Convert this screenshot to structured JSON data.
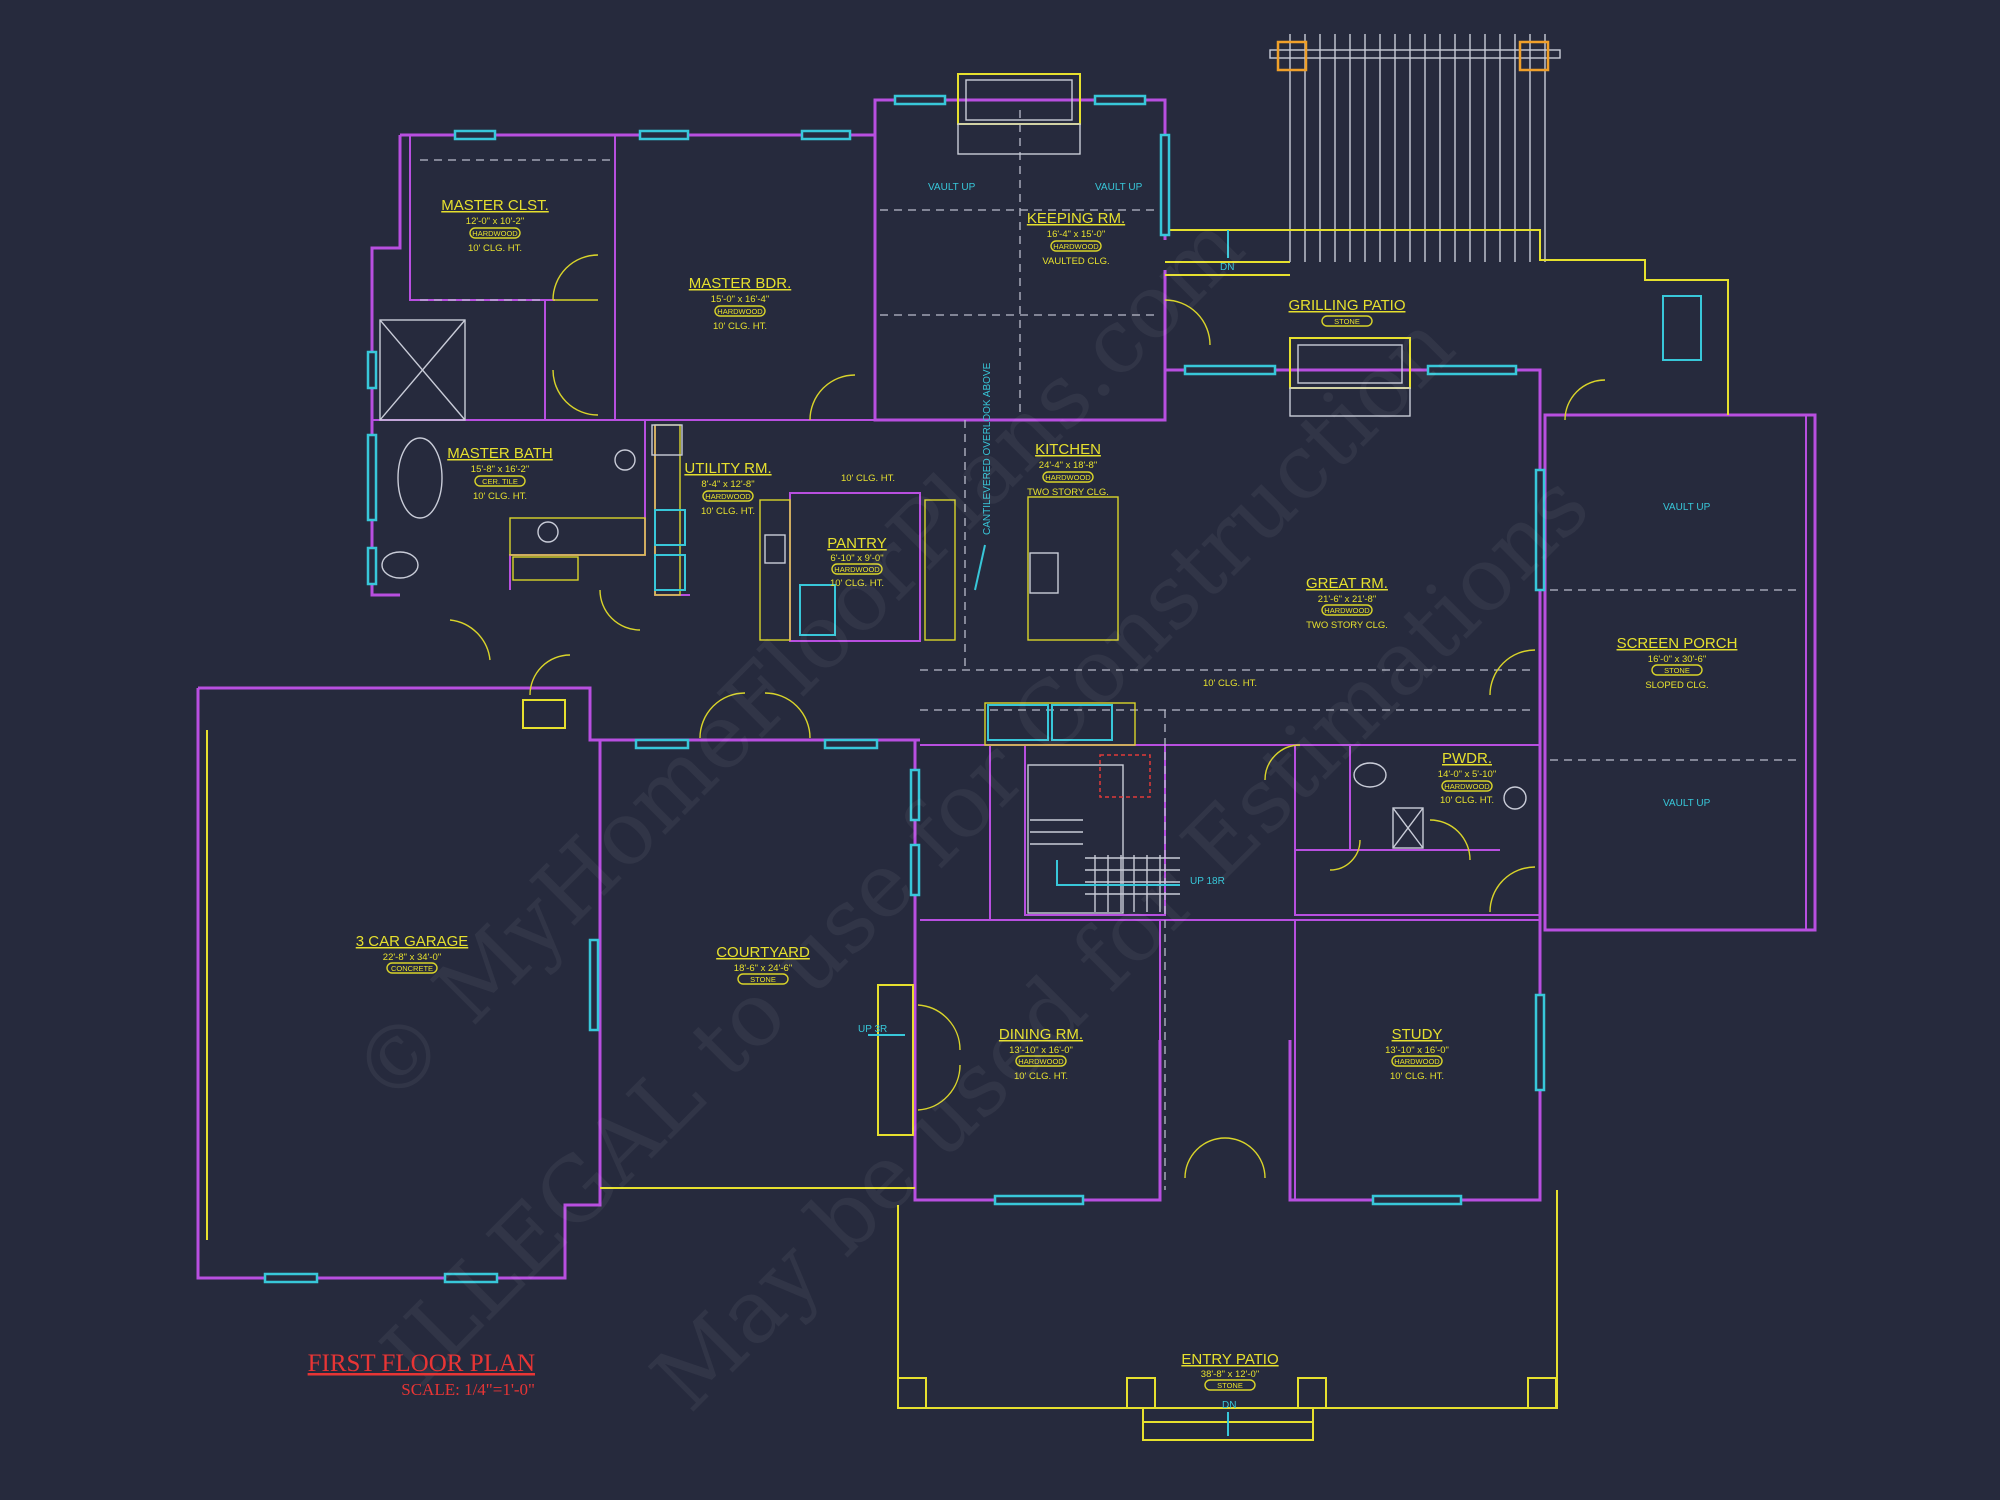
{
  "watermark": {
    "line1": "© MyHomeFloorPlans.com",
    "line2": "ILLEGAL to use for Construction",
    "line3": "May be used for Estimations"
  },
  "plan_title": "FIRST FLOOR PLAN",
  "plan_scale": "SCALE: 1/4\"=1'-0\"",
  "rooms": {
    "master_clst": {
      "name": "MASTER CLST.",
      "dim": "12'-0\" x 10'-2\"",
      "floor": "HARDWOOD",
      "ceiling": "10' CLG. HT."
    },
    "master_bdr": {
      "name": "MASTER BDR.",
      "dim": "15'-0\" x 16'-4\"",
      "floor": "HARDWOOD",
      "ceiling": "10' CLG. HT."
    },
    "master_bath": {
      "name": "MASTER BATH",
      "dim": "15'-8\" x 16'-2\"",
      "floor": "CER. TILE",
      "ceiling": "10' CLG. HT."
    },
    "keeping_rm": {
      "name": "KEEPING RM.",
      "dim": "16'-4\" x 15'-0\"",
      "floor": "HARDWOOD",
      "ceiling": "VAULTED CLG."
    },
    "utility_rm": {
      "name": "UTILITY RM.",
      "dim": "8'-4\" x 12'-8\"",
      "floor": "HARDWOOD",
      "ceiling": "10' CLG. HT."
    },
    "pantry": {
      "name": "PANTRY",
      "dim": "6'-10\" x 9'-0\"",
      "floor": "HARDWOOD",
      "ceiling": "10' CLG. HT."
    },
    "kitchen": {
      "name": "KITCHEN",
      "dim": "24'-4\" x 18'-8\"",
      "floor": "HARDWOOD",
      "ceiling": "TWO STORY CLG."
    },
    "grilling_patio": {
      "name": "GRILLING PATIO",
      "floor": "STONE"
    },
    "great_rm": {
      "name": "GREAT RM.",
      "dim": "21'-6\" x 21'-8\"",
      "floor": "HARDWOOD",
      "ceiling": "TWO STORY CLG."
    },
    "screen_porch": {
      "name": "SCREEN PORCH",
      "dim": "16'-0\" x 30'-6\"",
      "floor": "STONE",
      "ceiling": "SLOPED CLG."
    },
    "pwdr": {
      "name": "PWDR.",
      "dim": "14'-0\" x 5'-10\"",
      "floor": "HARDWOOD",
      "ceiling": "10' CLG. HT."
    },
    "garage": {
      "name": "3 CAR GARAGE",
      "dim": "22'-8\" x 34'-0\"",
      "floor": "CONCRETE"
    },
    "courtyard": {
      "name": "COURTYARD",
      "dim": "18'-6\" x 24'-6\"",
      "floor": "STONE"
    },
    "dining_rm": {
      "name": "DINING RM.",
      "dim": "13'-10\" x 16'-0\"",
      "floor": "HARDWOOD",
      "ceiling": "10' CLG. HT."
    },
    "study": {
      "name": "STUDY",
      "dim": "13'-10\" x 16'-0\"",
      "floor": "HARDWOOD",
      "ceiling": "10' CLG. HT."
    },
    "entry_patio": {
      "name": "ENTRY PATIO",
      "dim": "38'-8\" x 12'-0\"",
      "floor": "STONE"
    }
  },
  "notes": {
    "clg_ht_10": "10' CLG. HT.",
    "clg_ht_10_b": "10' CLG. HT.",
    "vault_up": "VAULT UP",
    "dn": "DN",
    "up_3r": "UP 3R",
    "up_18r": "UP 18R",
    "cantilevered": "CANTILEVERED OVERLOOK ABOVE"
  },
  "colors": {
    "background": "#262a3d",
    "walls": "#b84fe0",
    "fixtures": "#e6e02e",
    "windows": "#38c7d9",
    "title": "#e83535"
  }
}
